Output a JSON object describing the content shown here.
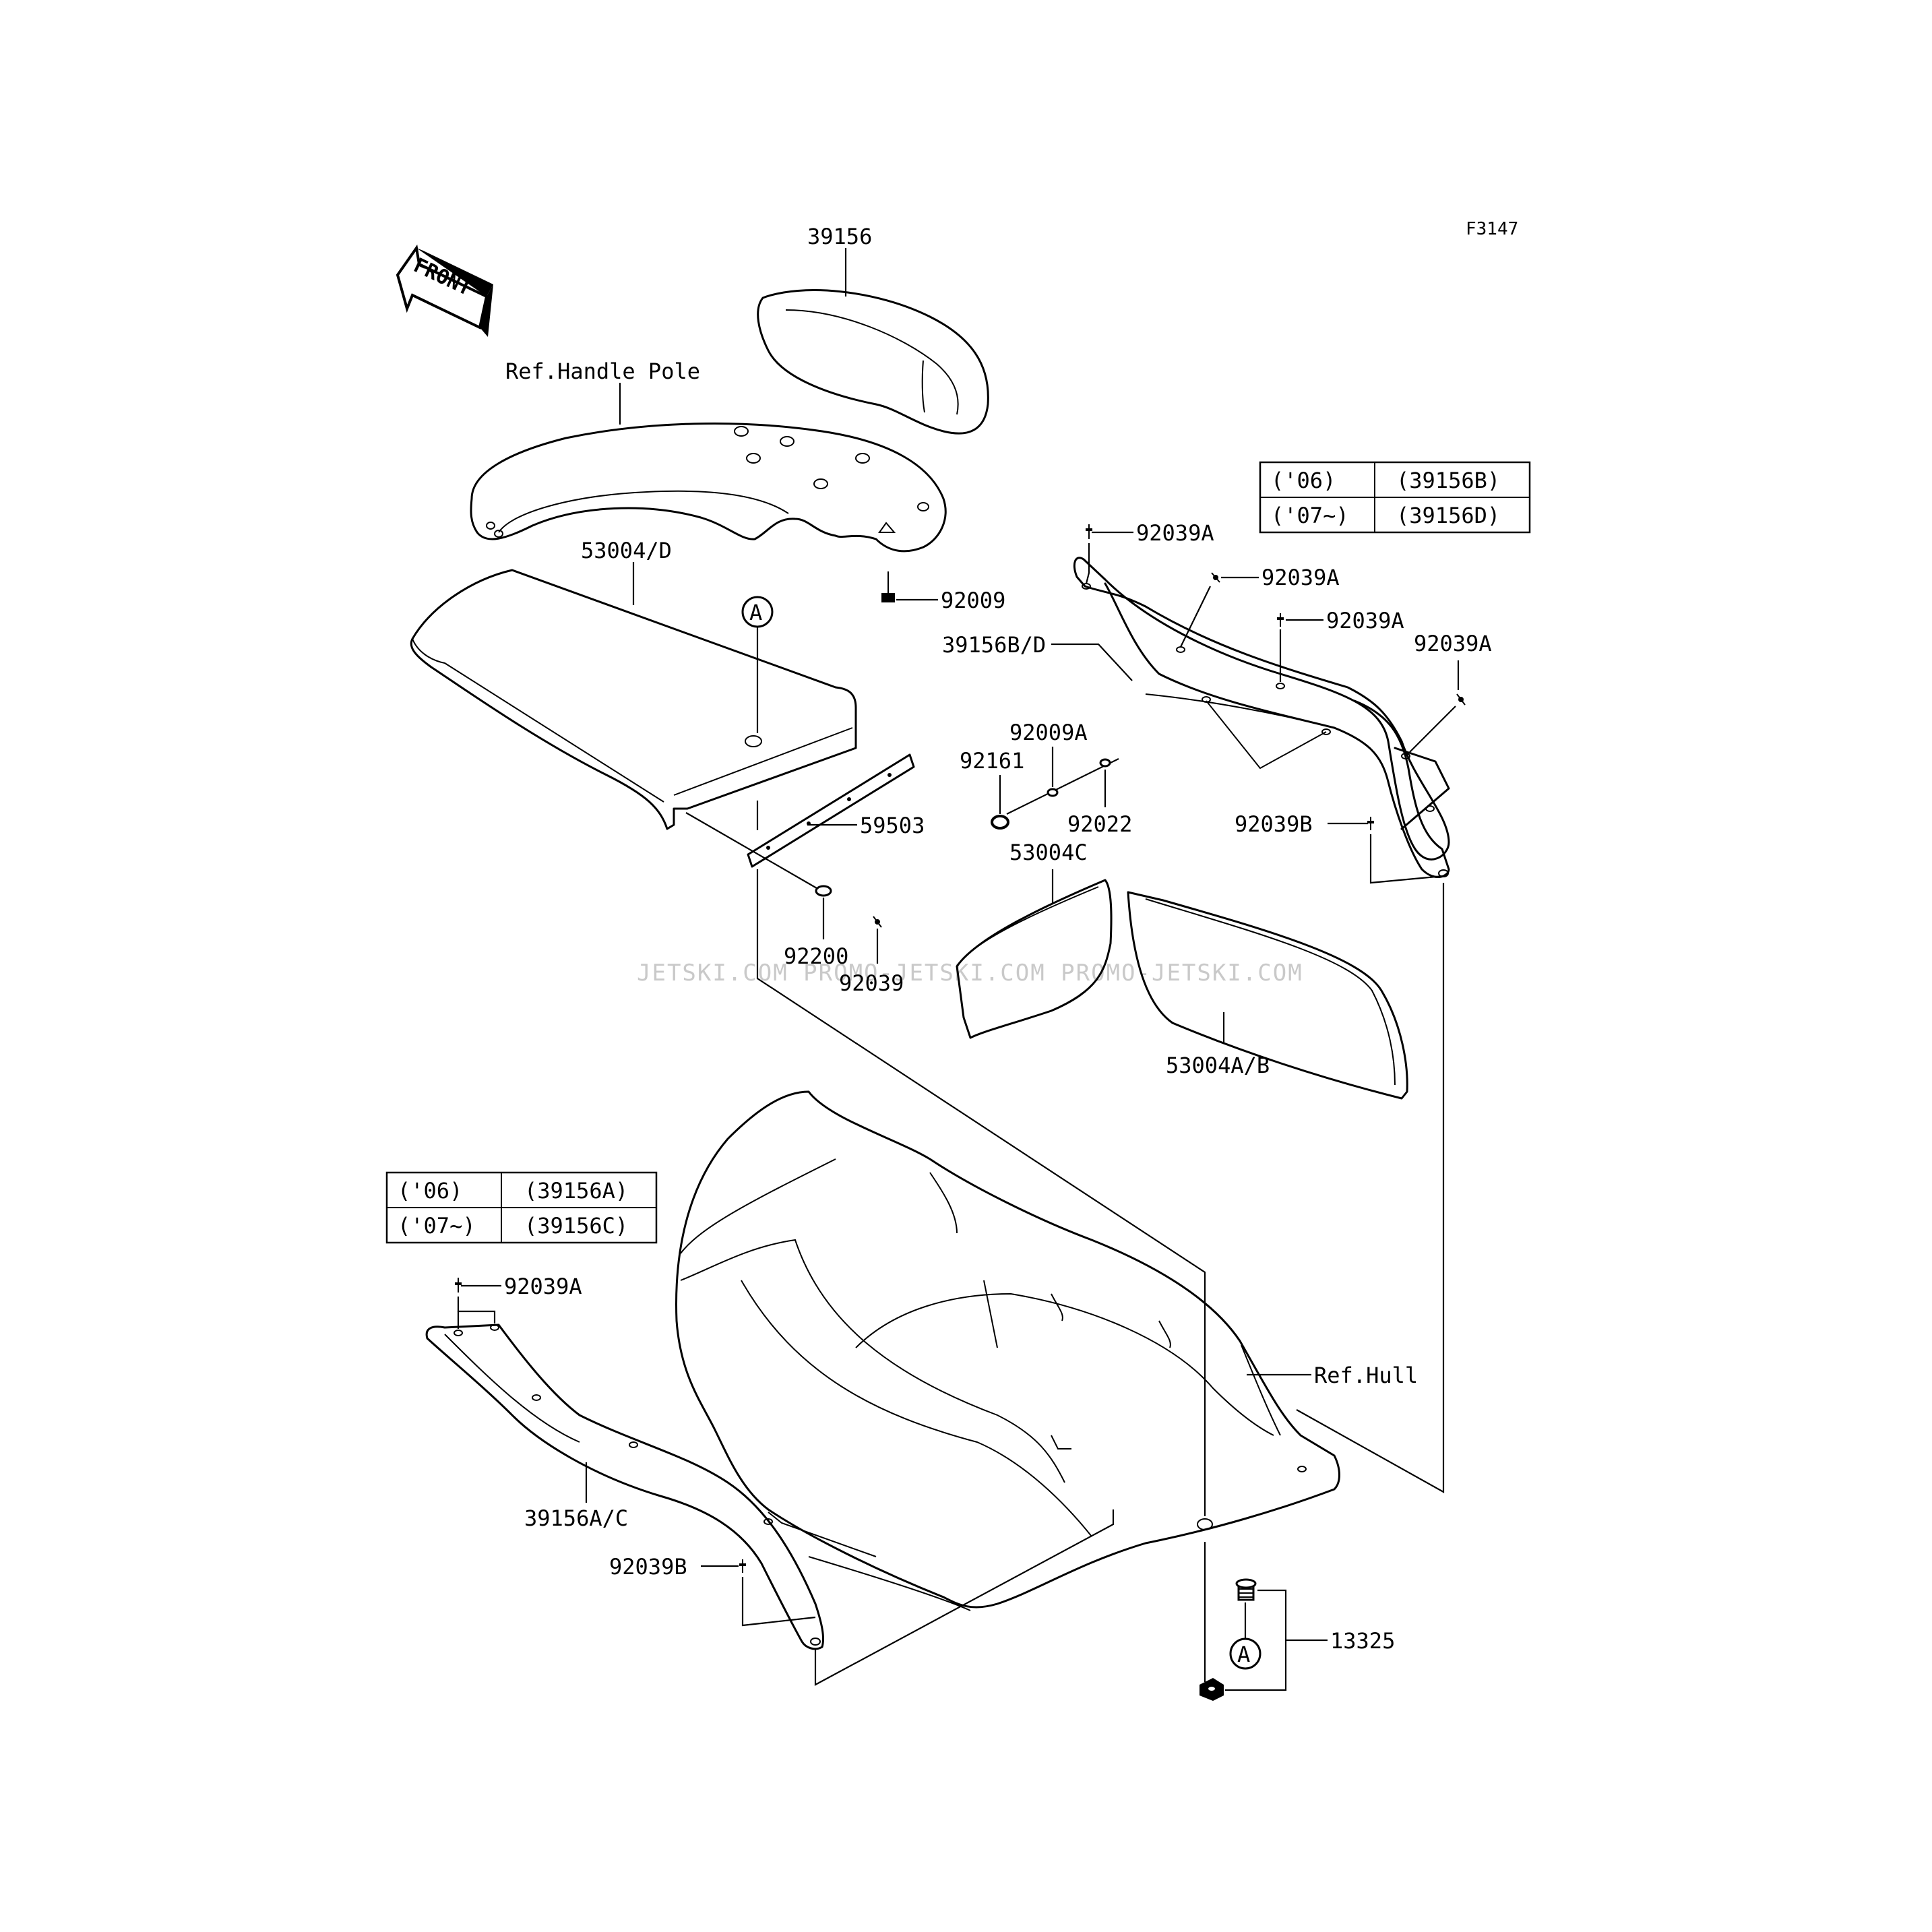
{
  "figure_code": "F3147",
  "front_arrow": "FRONT",
  "watermark": "JETSKI.COM   PROMO-JETSKI.COM   PROMO-JETSKI.COM",
  "labels": {
    "pad_top": "39156",
    "handle_pole": "Ref.Handle Pole",
    "mat_center": "53004/D",
    "ref_a_top": "A",
    "bolt_92009": "92009",
    "pad_right": "39156B/D",
    "rivet_a1": "92039A",
    "rivet_a2": "92039A",
    "rivet_a3": "92039A",
    "rivet_a4": "92039A",
    "clip_92009a": "92009A",
    "washer_92161": "92161",
    "washer_92022": "92022",
    "rivet_b_right": "92039B",
    "mat_53004c": "53004C",
    "bracket_59503": "59503",
    "plug_92200": "92200",
    "rivet_92039": "92039",
    "mat_53004ab": "53004A/B",
    "rivet_a_left": "92039A",
    "hull": "Ref.Hull",
    "pad_left": "39156A/C",
    "rivet_b_left": "92039B",
    "drain_13325": "13325",
    "ref_a_bottom": "A"
  },
  "table_right": [
    {
      "year": "('06)",
      "part": "(39156B)"
    },
    {
      "year": "('07~)",
      "part": "(39156D)"
    }
  ],
  "table_left": [
    {
      "year": "('06)",
      "part": "(39156A)"
    },
    {
      "year": "('07~)",
      "part": "(39156C)"
    }
  ]
}
